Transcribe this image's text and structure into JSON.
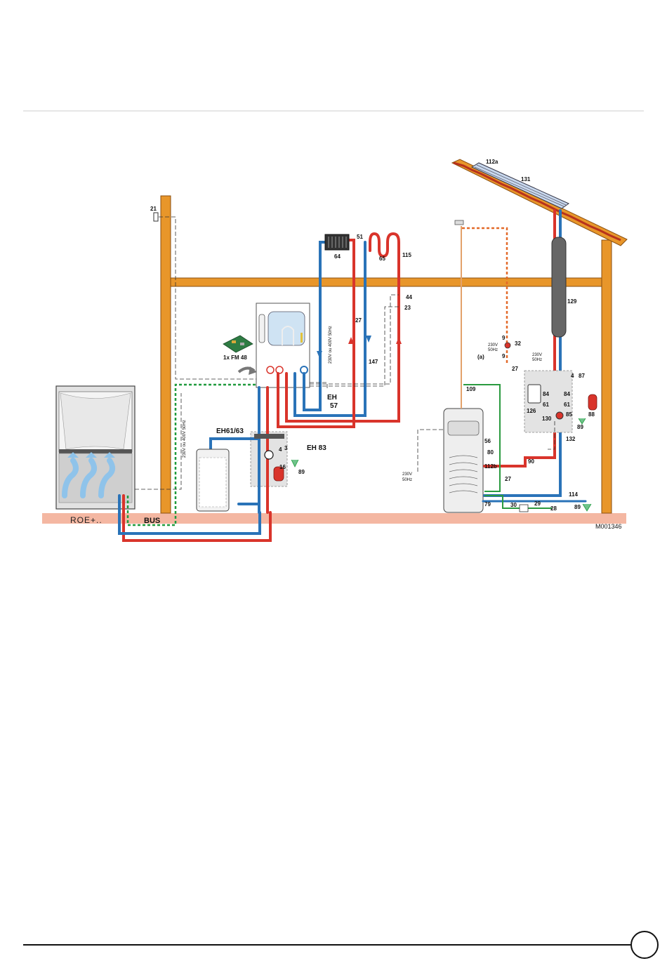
{
  "labels": {
    "n21": "21",
    "n112a": "112a",
    "n131": "131",
    "n64": "64",
    "n51": "51",
    "n65": "65",
    "n115": "115",
    "n44": "44",
    "n23": "23",
    "n129": "129",
    "n27a": "27",
    "n147": "147",
    "fm48": "1x FM 48",
    "eh57a": "EH",
    "eh57b": "57",
    "v230_boiler": "230V ou 400V 50Hz",
    "n9a": "9",
    "n32": "32",
    "n9b": "9",
    "n27b": "27",
    "v230_a1": "230V",
    "v230_a2": "50Hz",
    "a_note": "(a)",
    "n109": "109",
    "v230_r1": "230V",
    "v230_r2": "50Hz",
    "n4r": "4",
    "n87": "87",
    "n84a": "84",
    "n84b": "84",
    "n61a": "61",
    "n61b": "61",
    "n126": "126",
    "n85": "85",
    "n88": "88",
    "n130": "130",
    "n89r": "89",
    "n132": "132",
    "eh6163": "EH61/63",
    "eh83": "EH 83",
    "n4l": "4",
    "n3l": "3",
    "n16": "16",
    "n89l": "89",
    "v230_left": "230V ou 400V 50Hz",
    "n56": "56",
    "n80": "80",
    "n90": "90",
    "n112b": "112b",
    "n27c": "27",
    "v230_t1": "230V",
    "v230_t2": "50Hz",
    "n79": "79",
    "n30": "30",
    "n29": "29",
    "n28": "28",
    "n114": "114",
    "n89b": "89",
    "roe": "ROE+..",
    "bus": "BUS",
    "ref": "M001346"
  },
  "colors": {
    "wood": "#e8962a",
    "wood_edge": "#8a4f10",
    "ground": "#f4b7a2",
    "hot": "#d9342b",
    "cold": "#2a73b8",
    "solar": "#2a9a3f",
    "bus": "#1e9a3c",
    "dhw_dash": "#e36a2a",
    "gray_box": "#e3e3e3"
  }
}
